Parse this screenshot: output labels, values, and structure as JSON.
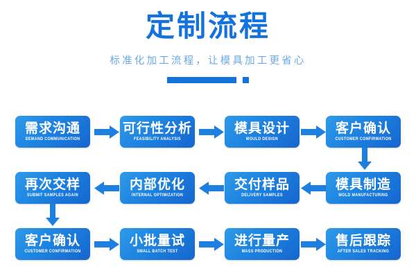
{
  "header": {
    "title": "定制流程",
    "subtitle": "标准化加工流程，让模具加工更省心",
    "accent_color": "#1472dc",
    "subtitle_color": "#6aa9e8"
  },
  "flow": {
    "node_gradient_from": "#2f9ae8",
    "node_gradient_to": "#1566cf",
    "arrow_color": "#1d7fe0",
    "rows": [
      {
        "direction": "left-to-right",
        "nodes": [
          {
            "cn": "需求沟通",
            "en": "DEMAND COMMUNICATION"
          },
          {
            "cn": "可行性分析",
            "en": "FEASIBILITY ANALYSIS"
          },
          {
            "cn": "模具设计",
            "en": "MOULD DESIGN"
          },
          {
            "cn": "客户确认",
            "en": "CUSTOMER CONFIRMATION"
          }
        ]
      },
      {
        "direction": "right-to-left",
        "nodes": [
          {
            "cn": "再次交样",
            "en": "SUBMIT SAMPLES AGAIN"
          },
          {
            "cn": "内部优化",
            "en": "INTERNAL OPTIMIZATION"
          },
          {
            "cn": "交付样品",
            "en": "DELIVERY SAMPLES"
          },
          {
            "cn": "模具制造",
            "en": "MOLD MANUFACTURING"
          }
        ]
      },
      {
        "direction": "left-to-right",
        "nodes": [
          {
            "cn": "客户确认",
            "en": "CUSTOMER CONFIRMATION"
          },
          {
            "cn": "小批量试",
            "en": "SMALL BATCH TEST"
          },
          {
            "cn": "进行量产",
            "en": "MASS PRODUCTION"
          },
          {
            "cn": "售后跟踪",
            "en": "AFTER SALES TRACKING"
          }
        ]
      }
    ]
  }
}
